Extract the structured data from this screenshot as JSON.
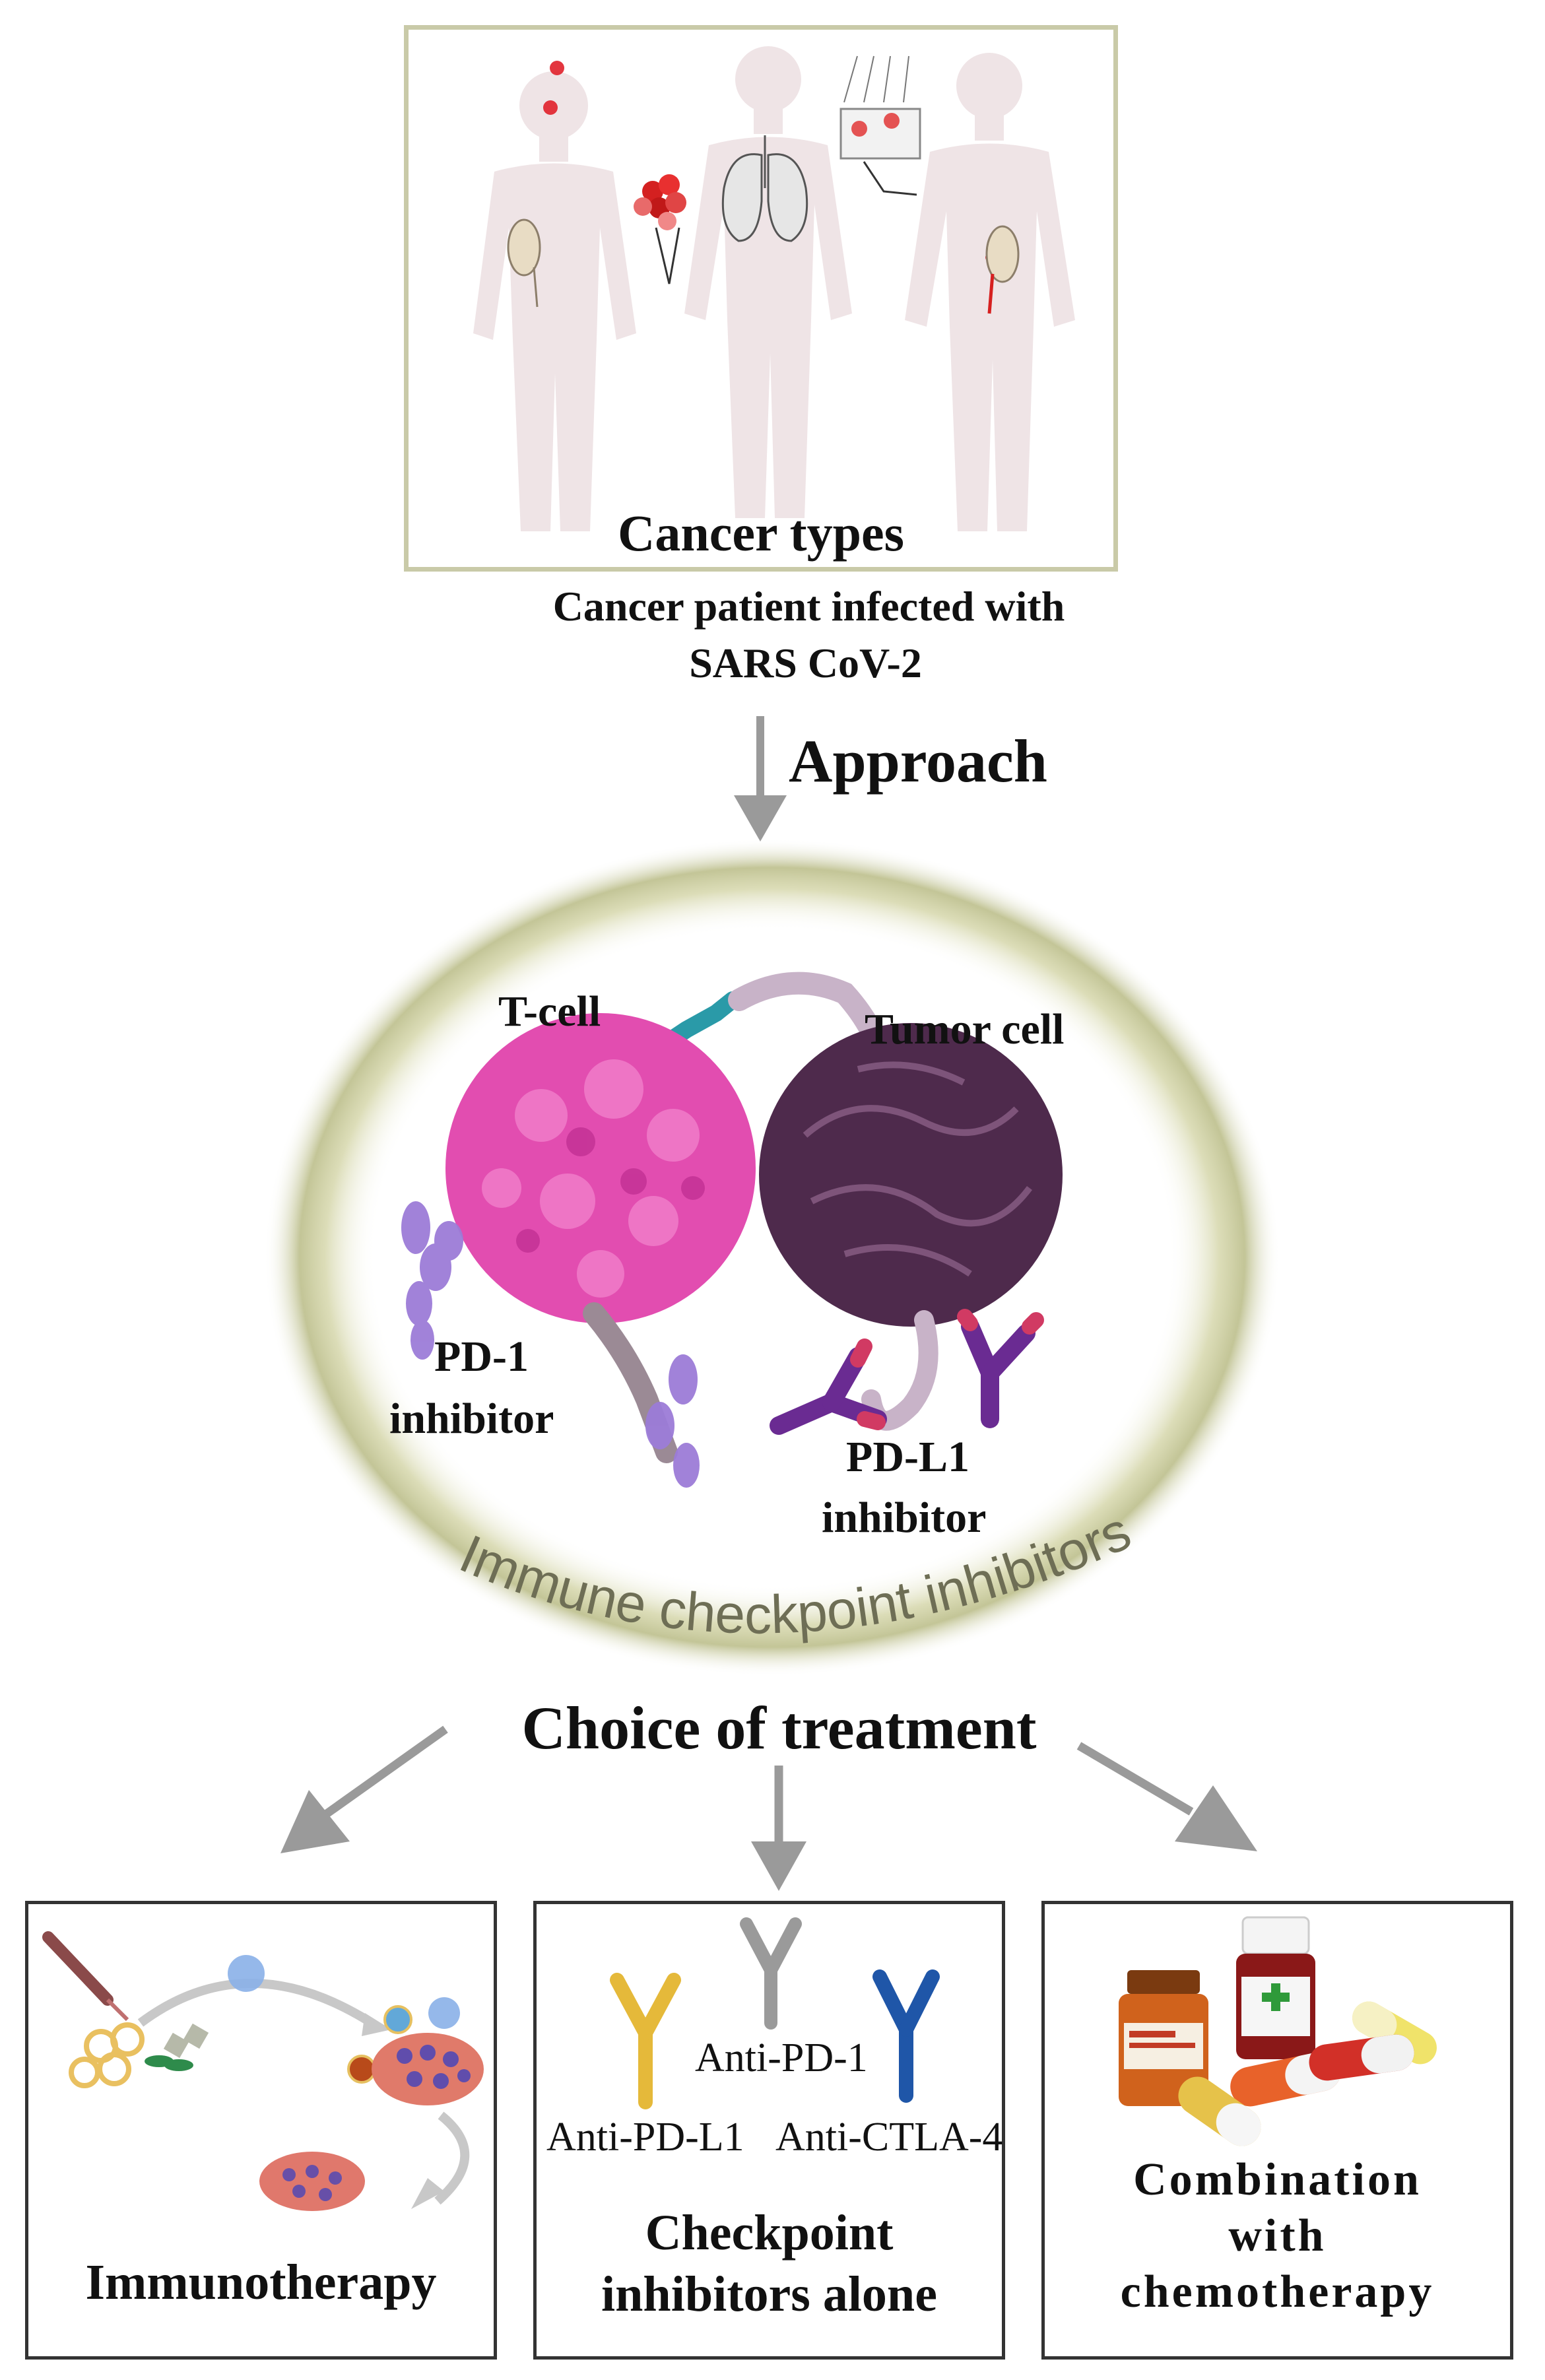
{
  "top_panel": {
    "title": "Cancer types",
    "caption_line1": "Cancer patient infected with",
    "caption_line2": "SARS CoV-2"
  },
  "approach_label": "Approach",
  "middle": {
    "t_cell_label": "T-cell",
    "tumor_cell_label": "Tumor cell",
    "pd1_line1": "PD-1",
    "pd1_line2": "inhibitor",
    "pdl1_line1": "PD-L1",
    "pdl1_line2": "inhibitor",
    "ring_label": "Immune checkpoint inhibitors"
  },
  "choice_label": "Choice of treatment",
  "boxes": {
    "immunotherapy": {
      "title": "Immunotherapy"
    },
    "checkpoint": {
      "anti_pd1": "Anti-PD-1",
      "anti_pdl1": "Anti-PD-L1",
      "anti_ctla4": "Anti-CTLA-4",
      "title_line1": "Checkpoint",
      "title_line2": "inhibitors alone"
    },
    "combination": {
      "title_line1": "Combination",
      "title_line2": "with",
      "title_line3": "chemotherapy"
    }
  },
  "colors": {
    "arrow": "#9a9a9a",
    "frame_top": "#c9caa8",
    "t_cell": "#e24db0",
    "tumor": "#4e2a4c",
    "pd1_protein": "#9c7cd8",
    "antibody_purple": "#6a2b92",
    "anti_pdl1": "#e5b93a",
    "anti_pd1": "#9a9a9a",
    "anti_ctla4": "#1f56a8"
  }
}
